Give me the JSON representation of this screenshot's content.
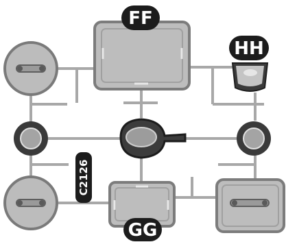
{
  "labels": {
    "ff": "FF",
    "gg": "GG",
    "hh": "HH",
    "code": "C2126"
  },
  "colors": {
    "sprue": "#a9a9a9",
    "part_fill": "#b9b9b9",
    "part_stroke": "#7c7c7c",
    "dark": "#1c1c1c",
    "white": "#ffffff"
  }
}
